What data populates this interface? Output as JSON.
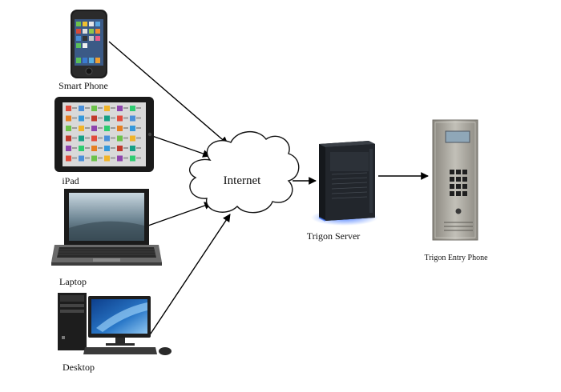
{
  "diagram": {
    "nodes": {
      "smartphone": {
        "label": "Smart Phone",
        "icon": "smartphone-icon"
      },
      "ipad": {
        "label": "iPad",
        "icon": "tablet-icon"
      },
      "laptop": {
        "label": "Laptop",
        "icon": "laptop-icon"
      },
      "desktop": {
        "label": "Desktop",
        "icon": "desktop-computer-icon"
      },
      "internet": {
        "label": "Internet",
        "icon": "cloud-icon"
      },
      "server": {
        "label": "Trigon Server",
        "icon": "server-tower-icon"
      },
      "entry_phone": {
        "label": "Trigon Entry Phone",
        "icon": "entry-phone-panel-icon"
      }
    },
    "edges": [
      {
        "from": "smartphone",
        "to": "internet"
      },
      {
        "from": "ipad",
        "to": "internet"
      },
      {
        "from": "laptop",
        "to": "internet"
      },
      {
        "from": "desktop",
        "to": "internet"
      },
      {
        "from": "internet",
        "to": "server"
      },
      {
        "from": "server",
        "to": "entry_phone"
      }
    ],
    "colors": {
      "arrow": "#000000",
      "cloud_fill": "#ffffff",
      "server_body": "#1e2126",
      "server_glow": "#2f5fd0",
      "panel_metal": "#a9a79f",
      "panel_display": "#8fa7b8",
      "screen_blue": "#2a78c8"
    }
  }
}
